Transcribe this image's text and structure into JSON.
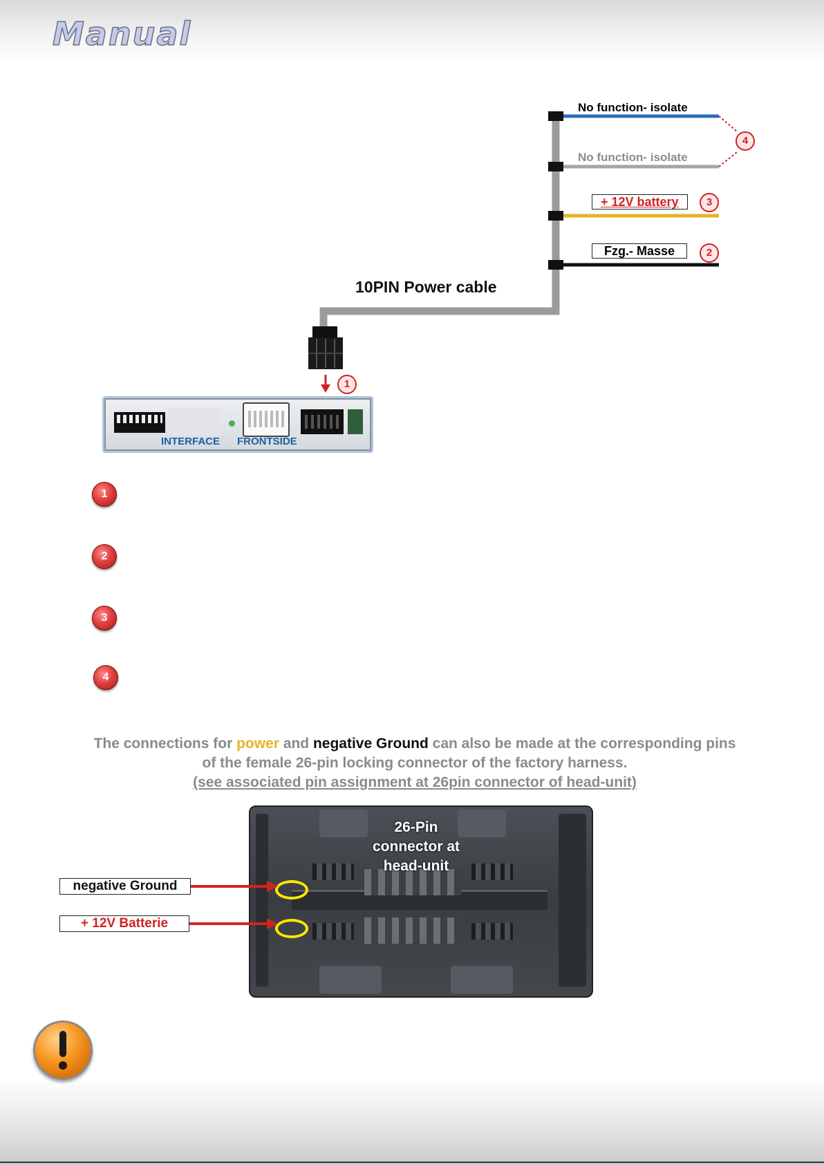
{
  "header": {
    "logo_text": "Manual"
  },
  "wires": [
    {
      "label": "No function- isolate",
      "color": "#2f6fb5"
    },
    {
      "label": "No function- isolate",
      "color": "#9a9a9a"
    },
    {
      "label": "+ 12V battery",
      "color": "#e6b422",
      "badge": "3"
    },
    {
      "label": "Fzg.- Masse",
      "color": "#111111",
      "badge": "2"
    }
  ],
  "wire_group_badge": "4",
  "cable": {
    "title": "10PIN Power cable"
  },
  "connector_badge": "1",
  "interface": {
    "label_left": "INTERFACE",
    "label_right": "FRONTSIDE"
  },
  "legend_badges": [
    "1",
    "2",
    "3",
    "4"
  ],
  "info": {
    "line1_pre": "The connections for ",
    "line1_power": "power",
    "line1_mid": " and ",
    "line1_ground": "negative Ground",
    "line1_post": " can also be made at the corresponding pins",
    "line2": "of the female 26-pin locking connector of the factory harness.",
    "line3": "(see associated pin assignment at 26pin connector of head-unit)"
  },
  "photo": {
    "title_lines": [
      "26-Pin",
      "connector at",
      "head-unit"
    ],
    "labels": [
      "negative  Ground",
      "+ 12V Batterie"
    ]
  },
  "colors": {
    "accent_red": "#d22222",
    "cable_gray": "#9b9b9b",
    "interface_blue": "#1d5fa8"
  }
}
